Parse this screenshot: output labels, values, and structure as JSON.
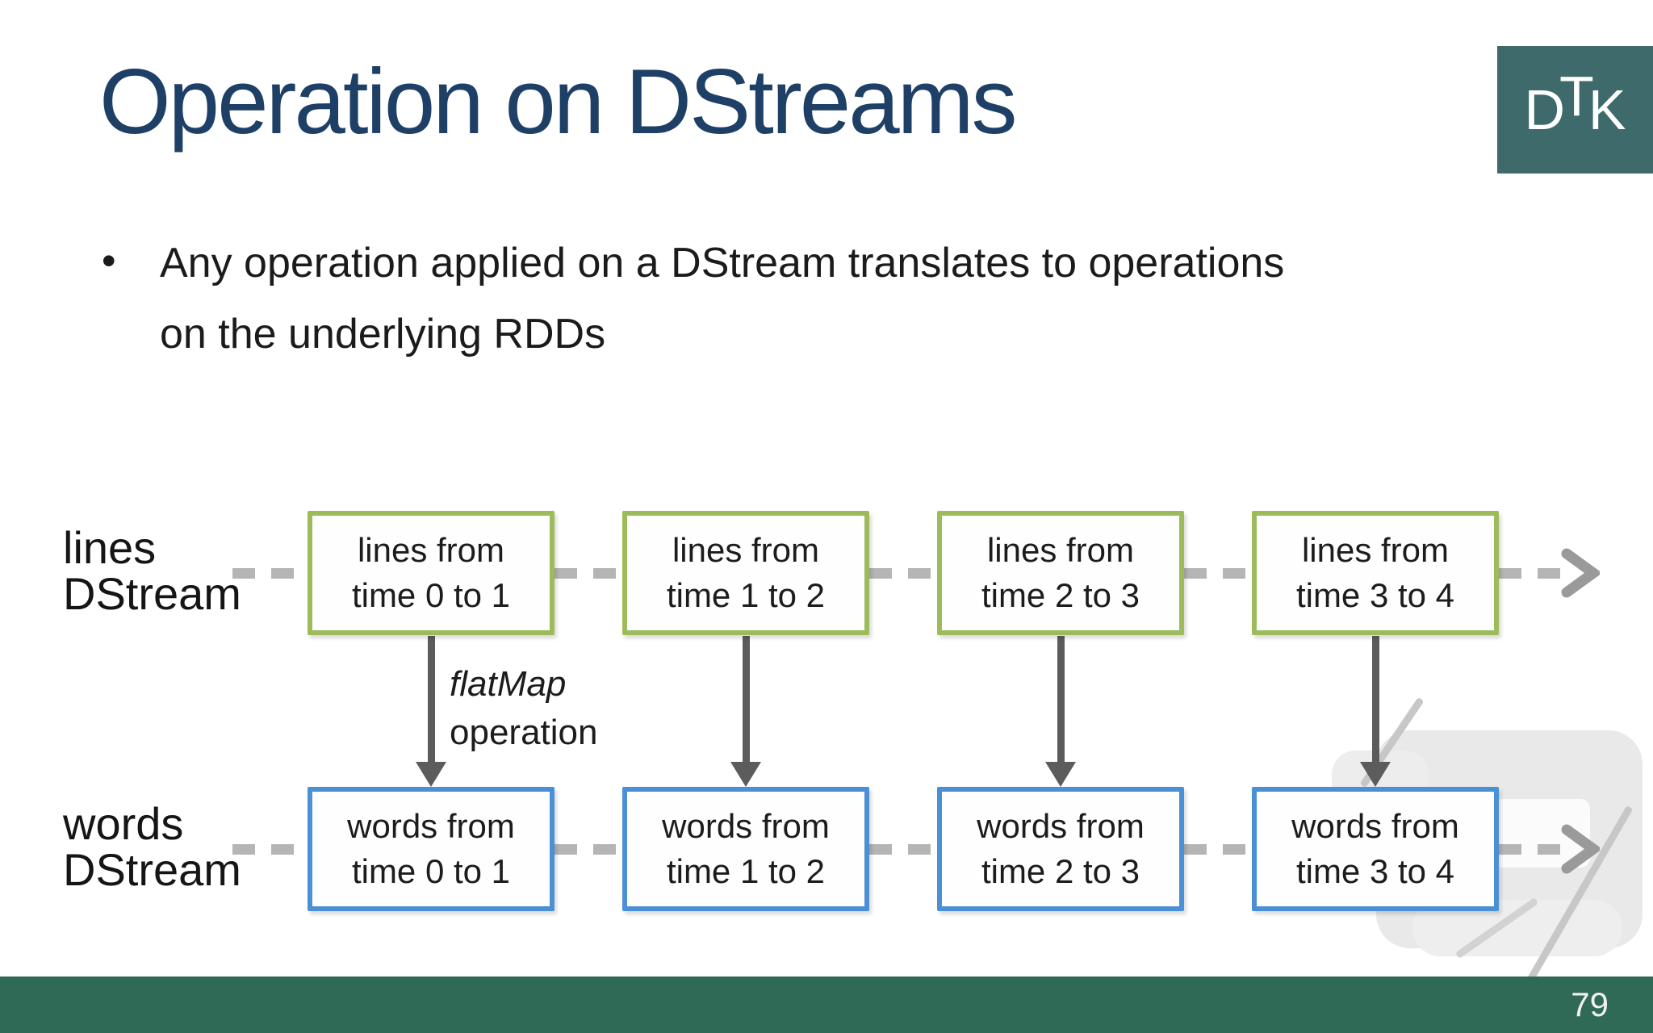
{
  "slide": {
    "title": "Operation on DStreams",
    "page_number": "79",
    "logo": {
      "d": "D",
      "t": "T",
      "k": "K"
    },
    "bullet": {
      "line1": "Any operation applied on a DStream translates to operations",
      "line2": "on the underlying RDDs",
      "marker": "•"
    }
  },
  "diagram": {
    "lines_label_line1": "lines",
    "lines_label_line2": "DStream",
    "words_label_line1": "words",
    "words_label_line2": "DStream",
    "operation_label_line1": "flatMap",
    "operation_label_line2": "operation",
    "lines_boxes": [
      {
        "line1": "lines from",
        "line2": "time 0 to 1"
      },
      {
        "line1": "lines from",
        "line2": "time 1 to 2"
      },
      {
        "line1": "lines from",
        "line2": "time 2 to 3"
      },
      {
        "line1": "lines from",
        "line2": "time 3 to 4"
      }
    ],
    "words_boxes": [
      {
        "line1": "words from",
        "line2": "time 0 to 1"
      },
      {
        "line1": "words from",
        "line2": "time 1 to 2"
      },
      {
        "line1": "words from",
        "line2": "time 2 to 3"
      },
      {
        "line1": "words from",
        "line2": "time 3 to 4"
      }
    ]
  },
  "colors": {
    "title_color": "#1e3f66",
    "logo_bg": "#3e6a6c",
    "footer_bg": "#2e6a56",
    "lines_box_border": "#9dbb5a",
    "words_box_border": "#4a90d5",
    "dashed_connector": "#b5b5b5",
    "flow_arrow": "#9a9a9a",
    "map_arrow": "#5c5c5c",
    "body_text": "#1b1b1b",
    "page_number_text": "#f0f0f0"
  }
}
